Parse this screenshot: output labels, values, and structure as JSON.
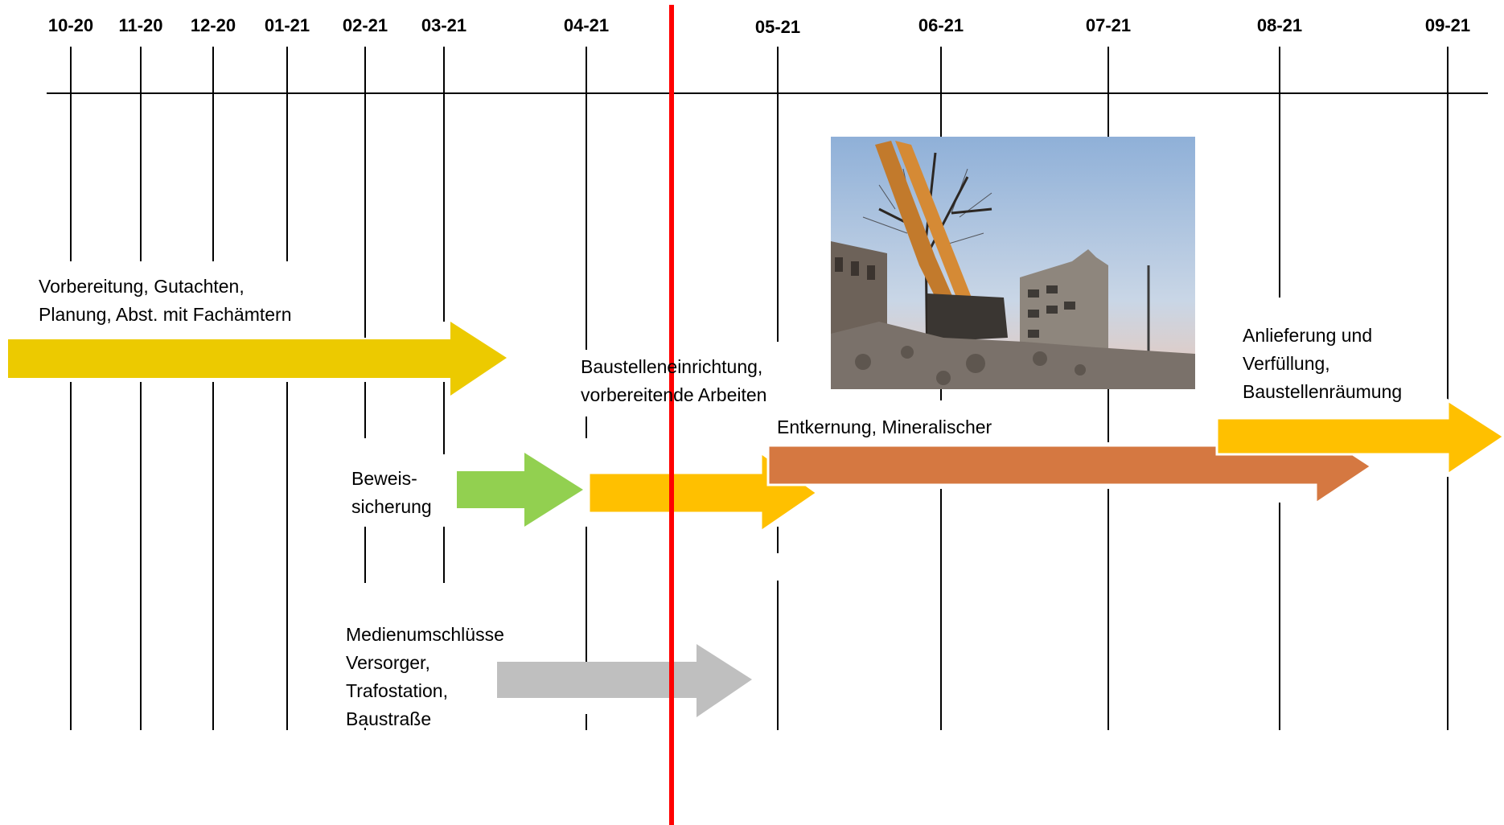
{
  "months": [
    "10-20",
    "11-20",
    "12-20",
    "01-21",
    "02-21",
    "03-21",
    "04-21",
    "05-21",
    "06-21",
    "07-21",
    "08-21",
    "09-21"
  ],
  "tasks": {
    "vorbereitung": {
      "lines": [
        "Vorbereitung, Gutachten,",
        "Planung, Abst. mit Fachämtern"
      ],
      "color": "#ecca00"
    },
    "beweis": {
      "lines": [
        "Beweis-",
        "sicherung"
      ],
      "color": "#92d050"
    },
    "baustelle": {
      "lines": [
        "Baustelleneinrichtung,",
        "vorbereitende Arbeiten"
      ],
      "color": "#ffc000"
    },
    "medien": {
      "lines": [
        "Medienumschlüsse",
        "Versorger,",
        "Trafostation,",
        "Baustraße"
      ],
      "color": "#bfbfbf"
    },
    "entkernung": {
      "lines": [
        "Entkernung, Mineralischer"
      ],
      "color": "#d57841"
    },
    "anlieferung": {
      "lines": [
        "Anlieferung und",
        "Verfüllung,",
        "Baustellenräumung"
      ],
      "color": "#ffc000"
    }
  },
  "today_line_color": "#ff0000"
}
